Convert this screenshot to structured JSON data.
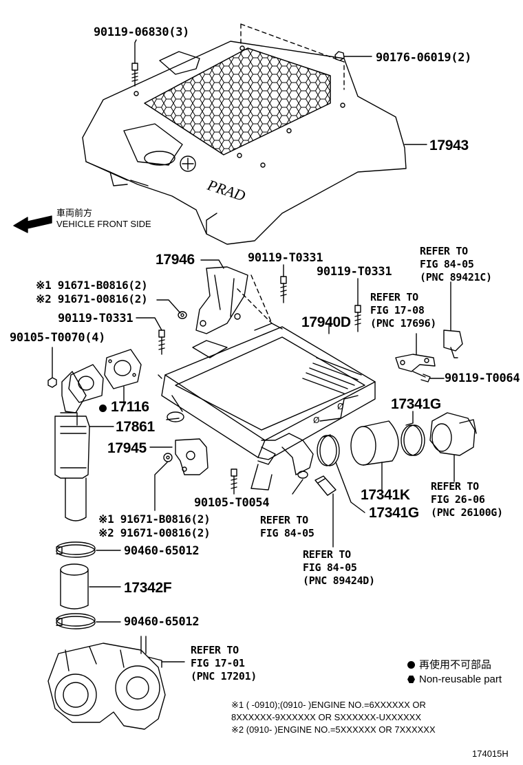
{
  "labels": {
    "p90119_06830": "90119-06830(3)",
    "p90176_06019": "90176-06019(2)",
    "p17943": "17943",
    "p17946": "17946",
    "p90119_T0331_a": "90119-T0331",
    "p90119_T0331_b": "90119-T0331",
    "p90119_T0331_c": "90119-T0331",
    "p91671_B0816_top": "※1 91671-B0816(2)",
    "p91671_00816_top": "※2 91671-00816(2)",
    "p90105_T0070": "90105-T0070(4)",
    "p17940D": "17940D",
    "p17116": "17116",
    "p17861": "17861",
    "p17945": "17945",
    "p90119_T0064": "90119-T0064",
    "p17341G_top": "17341G",
    "p17341K": "17341K",
    "p17341G_bot": "17341G",
    "p90105_T0054": "90105-T0054",
    "p91671_B0816_bot": "※1 91671-B0816(2)",
    "p91671_00816_bot": "※2 91671-00816(2)",
    "p90460_65012_a": "90460-65012",
    "p17342F": "17342F",
    "p90460_65012_b": "90460-65012"
  },
  "vehicle_front": {
    "jp": "車両前方",
    "en": "VEHICLE FRONT SIDE"
  },
  "refers": {
    "r1": [
      "REFER TO",
      "FIG 84-05",
      "(PNC 89421C)"
    ],
    "r2": [
      "REFER TO",
      "FIG 17-08",
      "(PNC 17696)"
    ],
    "r3": [
      "REFER TO",
      "FIG 26-06",
      "(PNC 26100G)"
    ],
    "r4": [
      "REFER TO",
      "FIG 84-05"
    ],
    "r5": [
      "REFER TO",
      "FIG 84-05",
      "(PNC 89424D)"
    ],
    "r6": [
      "REFER TO",
      "FIG 17-01",
      "(PNC 17201)"
    ]
  },
  "legend": {
    "non_reusable_jp": "再使用不可部品",
    "non_reusable_en": "Non-reusable part"
  },
  "notes": {
    "n1a": "※1 (      -0910);(0910-        )ENGINE NO.=6XXXXXX OR",
    "n1b": "8XXXXXX-9XXXXXX OR SXXXXXX-UXXXXXX",
    "n2": "※2 (0910-        )ENGINE NO.=5XXXXXX OR 7XXXXXX"
  },
  "figure_id": "174015H"
}
